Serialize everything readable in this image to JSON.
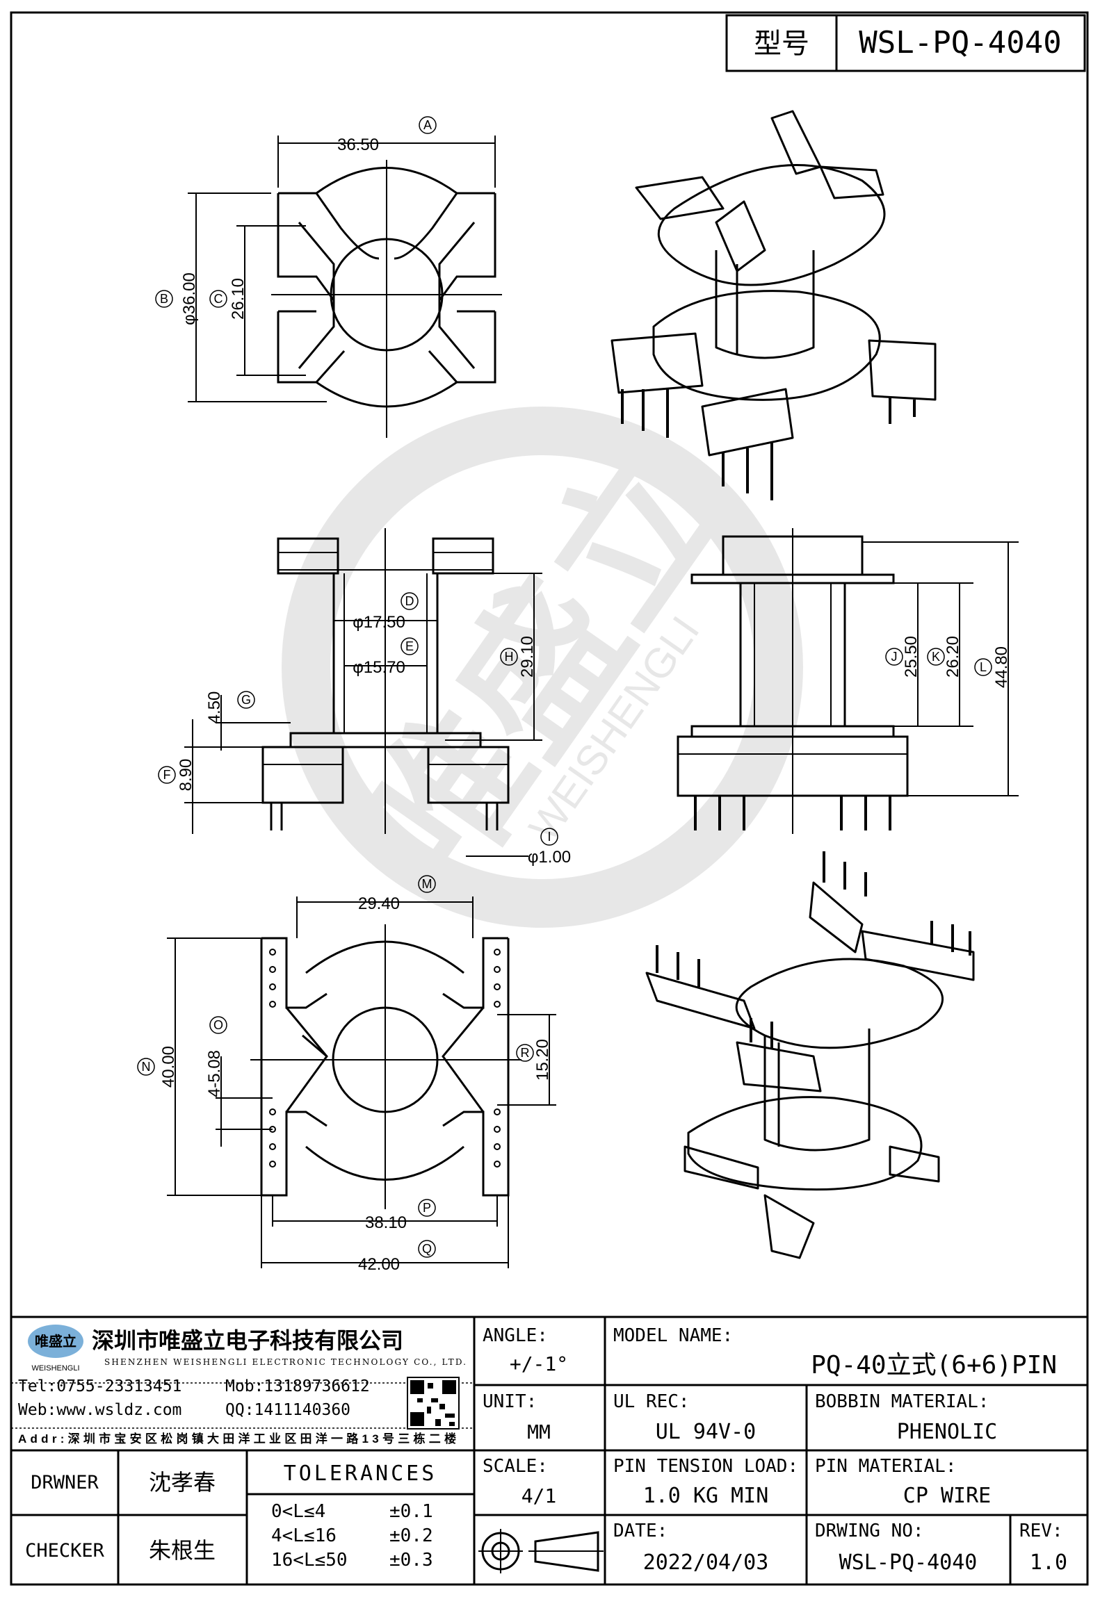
{
  "header": {
    "type_label": "型号",
    "model_code": "WSL-PQ-4040"
  },
  "dimensions": {
    "A": "36.50",
    "B": "φ36.00",
    "C": "26.10",
    "D": "φ17.50",
    "E": "φ15.70",
    "F": "8.90",
    "G": "4.50",
    "H": "29.10",
    "I": "φ1.00",
    "J": "25.50",
    "K": "26.20",
    "L": "44.80",
    "M": "29.40",
    "N": "40.00",
    "O": "4-5.08",
    "P": "38.10",
    "Q": "42.00",
    "R": "15.20"
  },
  "markers": [
    "A",
    "B",
    "C",
    "D",
    "E",
    "F",
    "G",
    "H",
    "I",
    "J",
    "K",
    "L",
    "M",
    "N",
    "O",
    "P",
    "Q",
    "R"
  ],
  "watermark": {
    "cn": "唯盛立",
    "en": "WEISHENGLI"
  },
  "company": {
    "logo_cn": "唯盛立",
    "logo_en": "WEISHENGLI",
    "name_cn": "深圳市唯盛立电子科技有限公司",
    "name_en": "SHENZHEN WEISHENGLI ELECTRONIC TECHNOLOGY CO., LTD.",
    "tel": "Tel:0755-23313451",
    "mob": "Mob:13189736612",
    "web": "Web:www.wsldz.com",
    "qq": "QQ:1411140360",
    "addr": "Addr:深圳市宝安区松岗镇大田洋工业区田洋一路13号三栋二楼"
  },
  "title_block": {
    "angle_label": "ANGLE:",
    "angle_value": "+/-1°",
    "model_name_label": "MODEL NAME:",
    "model_name_value": "PQ-40立式(6+6)PIN",
    "unit_label": "UNIT:",
    "unit_value": "MM",
    "ul_rec_label": "UL REC:",
    "ul_rec_value": "UL 94V-0",
    "bobbin_material_label": "BOBBIN MATERIAL:",
    "bobbin_material_value": "PHENOLIC",
    "scale_label": "SCALE:",
    "scale_value": "4/1",
    "pin_tension_label": "PIN TENSION LOAD:",
    "pin_tension_value": "1.0 KG MIN",
    "pin_material_label": "PIN MATERIAL:",
    "pin_material_value": "CP WIRE",
    "date_label": "DATE:",
    "date_value": "2022/04/03",
    "drawing_no_label": "DRWING NO:",
    "drawing_no_value": "WSL-PQ-4040",
    "rev_label": "REV:",
    "rev_value": "1.0",
    "drawer_label": "DRWNER",
    "drawer_value": "沈孝春",
    "checker_label": "CHECKER",
    "checker_value": "朱根生",
    "tolerances_label": "TOLERANCES",
    "tolerances": [
      {
        "range": "0<L≤4",
        "value": "±0.1"
      },
      {
        "range": "4<L≤16",
        "value": "±0.2"
      },
      {
        "range": "16<L≤50",
        "value": "±0.3"
      }
    ]
  }
}
